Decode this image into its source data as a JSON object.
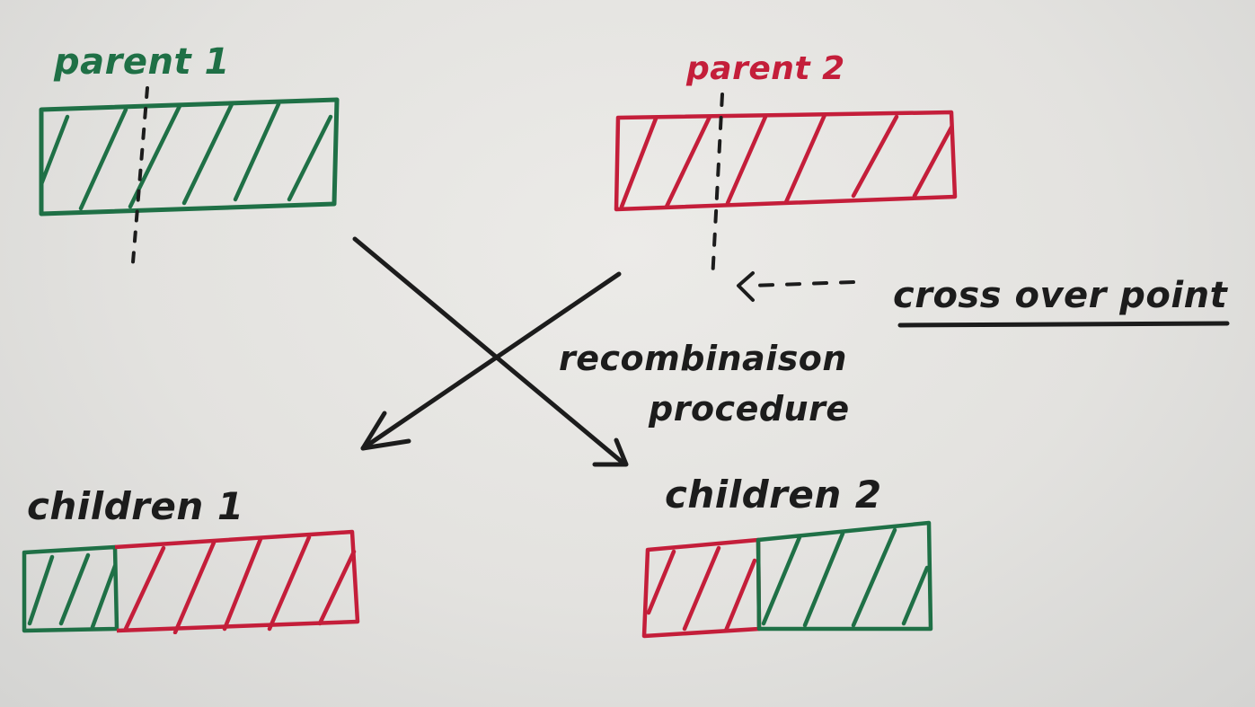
{
  "labels": {
    "parent1": "parent 1",
    "parent2": "parent 2",
    "children1": "children 1",
    "children2": "children 2",
    "crossover_point": "cross over point",
    "recombination_line1": "recombinaison",
    "recombination_line2": "procedure"
  },
  "colors": {
    "parent1": "#1f7046",
    "parent2": "#c41e3a",
    "ink": "#1c1c1c"
  },
  "icons": {
    "arrow_left": "arrow-down-left-icon",
    "arrow_right": "arrow-down-right-icon",
    "pointer": "arrow-left-icon"
  }
}
